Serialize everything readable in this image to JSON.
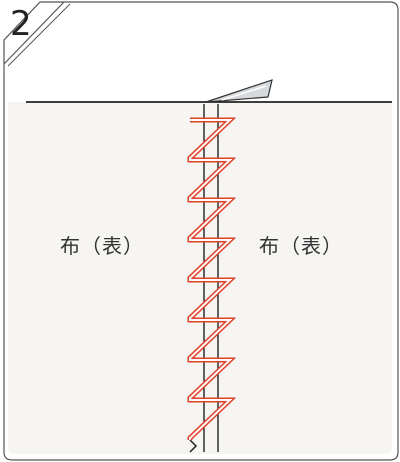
{
  "step": {
    "number": "2"
  },
  "fabric": {
    "left_label": "布（表）",
    "right_label": "布（表）"
  },
  "colors": {
    "stitch": "#e0432b",
    "fabric_fill": "#f6f5f2",
    "outline": "#333333",
    "fold": "#c9ccce"
  },
  "stitch": {
    "pattern": "zigzag",
    "zigzag_count": 8
  }
}
